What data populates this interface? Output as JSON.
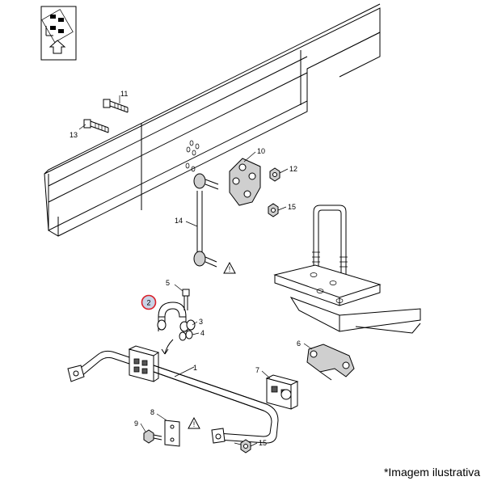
{
  "caption": "*Imagem ilustrativa",
  "highlight_color": "#d9202a",
  "icon": "vehicle-location-icon",
  "labels": {
    "p1": "1",
    "p2": "2",
    "p3": "3",
    "p4": "4",
    "p5": "5",
    "p6": "6",
    "p7": "7",
    "p8": "8",
    "p9": "9",
    "p10": "10",
    "p11": "11",
    "p12": "12",
    "p13": "13",
    "p14": "14",
    "p15a": "15",
    "p15b": "15"
  }
}
